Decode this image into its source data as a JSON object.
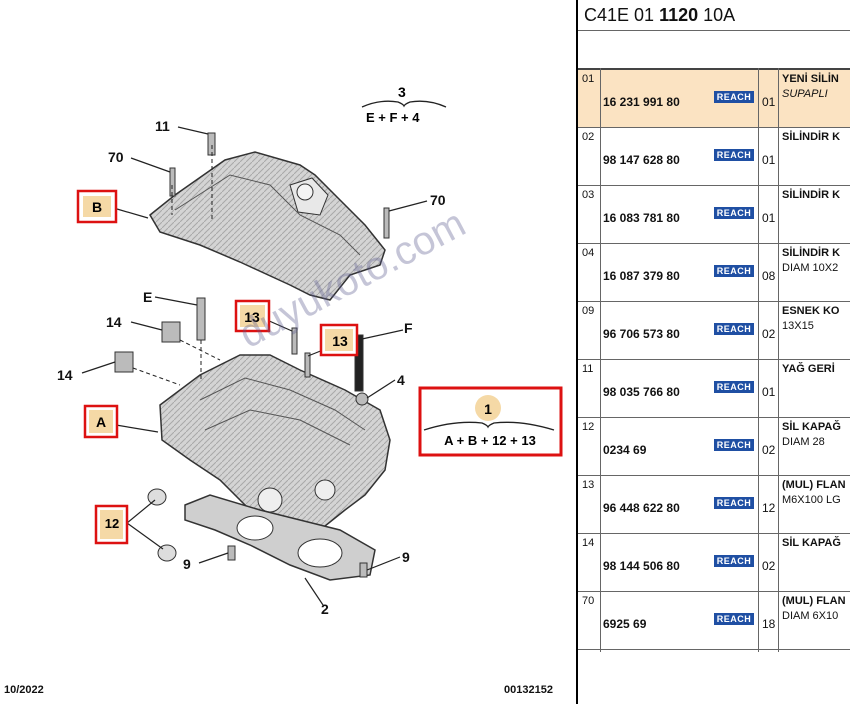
{
  "diagram": {
    "callouts": {
      "c11": "11",
      "c70a": "70",
      "c70b": "70",
      "cB": "B",
      "c3": "3",
      "c3sum": "E + F + 4",
      "cE": "E",
      "c13a": "13",
      "c13b": "13",
      "cF": "F",
      "c14a": "14",
      "c14b": "14",
      "c4": "4",
      "cA": "A",
      "c1": "1",
      "c1sum": "A + B + 12 + 13",
      "c12": "12",
      "c9a": "9",
      "c9b": "9",
      "c2": "2"
    },
    "footer_date": "10/2022",
    "footer_code": "00132152",
    "watermark": "duyukoto.com"
  },
  "catalog": {
    "header_prefix": "C41E 01 ",
    "header_bold": "1120",
    "header_suffix": " 10A",
    "badge": "REACH",
    "rows": [
      {
        "num": "01",
        "part": "16 231 991 80",
        "qty": "01",
        "desc": "YENİ SİLİN",
        "desc2": "SUPAPLI",
        "selected": true
      },
      {
        "num": "02",
        "part": "98 147 628 80",
        "qty": "01",
        "desc": "SİLİNDİR K",
        "desc2": ""
      },
      {
        "num": "03",
        "part": "16 083 781 80",
        "qty": "01",
        "desc": "SİLİNDİR K",
        "desc2": ""
      },
      {
        "num": "04",
        "part": "16 087 379 80",
        "qty": "08",
        "desc": "SİLİNDİR K",
        "desc2": "DIAM 10X2"
      },
      {
        "num": "09",
        "part": "96 706 573 80",
        "qty": "02",
        "desc": "ESNEK KO",
        "desc2": "13X15"
      },
      {
        "num": "11",
        "part": "98 035 766 80",
        "qty": "01",
        "desc": "YAĞ GERİ",
        "desc2": ""
      },
      {
        "num": "12",
        "part": "0234 69",
        "qty": "02",
        "desc": "SİL KAPAĞ",
        "desc2": "DIAM 28"
      },
      {
        "num": "13",
        "part": "96 448 622 80",
        "qty": "12",
        "desc": "(MUL) FLAN",
        "desc2": "M6X100 LG"
      },
      {
        "num": "14",
        "part": "98 144 506 80",
        "qty": "02",
        "desc": "SİL KAPAĞ",
        "desc2": ""
      },
      {
        "num": "70",
        "part": "6925 69",
        "qty": "18",
        "desc": "(MUL) FLAN",
        "desc2": "DIAM 6X10"
      }
    ]
  }
}
